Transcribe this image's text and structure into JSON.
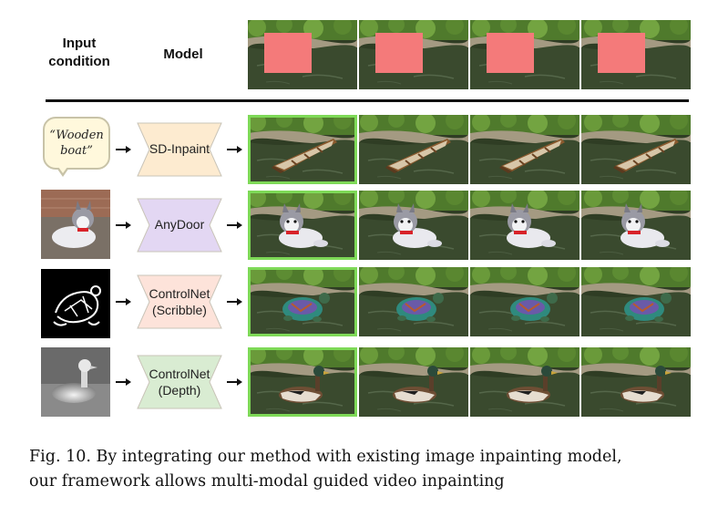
{
  "headers": {
    "input_line1": "Input",
    "input_line2": "condition",
    "model": "Model"
  },
  "rows": [
    {
      "condition_type": "text",
      "condition_text_line1": "“Wooden",
      "condition_text_line2": "boat”",
      "model_line1": "SD-Inpaint",
      "model_line2": "",
      "object": "boat",
      "model_color": "#fdebd0"
    },
    {
      "condition_type": "image",
      "condition_icon": "plush-husky-image",
      "model_line1": "AnyDoor",
      "model_line2": "",
      "object": "husky",
      "model_color": "#e3d7f3"
    },
    {
      "condition_type": "image",
      "condition_icon": "turtle-scribble-image",
      "model_line1": "ControlNet",
      "model_line2": "(Scribble)",
      "object": "turtle",
      "model_color": "#fde3da"
    },
    {
      "condition_type": "image",
      "condition_icon": "duck-depth-map-image",
      "model_line1": "ControlNet",
      "model_line2": "(Depth)",
      "object": "duck",
      "model_color": "#d9ecd2"
    }
  ],
  "colors": {
    "mask": "#f47a7a",
    "highlight_border": "#7ed957",
    "water": "#3a4a2e",
    "foliage": "#4f7a2c"
  },
  "caption": {
    "line1": "Fig. 10.  By integrating our method with existing image inpainting model,",
    "line2": "our framework allows multi-modal guided video inpainting"
  }
}
